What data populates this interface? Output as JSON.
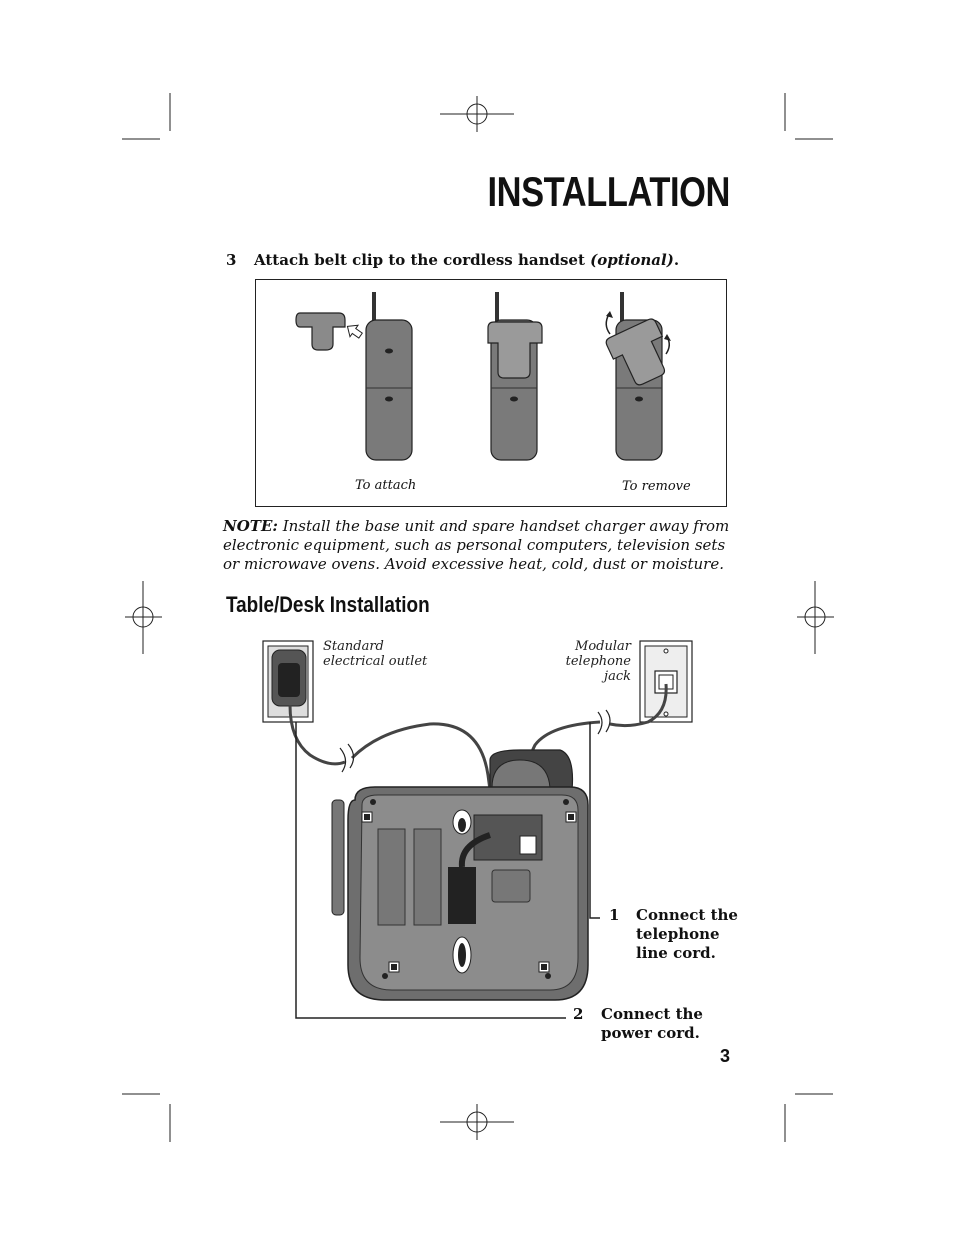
{
  "header": {
    "title": "INSTALLATION"
  },
  "step3": {
    "number": "3",
    "text": "Attach belt clip to the cordless handset",
    "optional": "(optional)",
    "end": "."
  },
  "belt_clip_figure": {
    "caption_attach": "To attach",
    "caption_remove": "To remove"
  },
  "note": {
    "label": "NOTE:",
    "text": "Install the base unit and spare handset charger away from electronic equipment, such as personal computers, television sets or microwave ovens. Avoid excessive heat, cold, dust or moisture."
  },
  "section": {
    "title": "Table/Desk Installation"
  },
  "diagram": {
    "outlet_label": [
      "Standard",
      "electrical outlet"
    ],
    "jack_label": [
      "Modular",
      "telephone",
      "jack"
    ],
    "step1": {
      "number": "1",
      "lines": [
        "Connect the",
        "telephone",
        "line cord."
      ]
    },
    "step2": {
      "number": "2",
      "lines": [
        "Connect the",
        "power cord."
      ]
    }
  },
  "footer": {
    "page_number": "3"
  }
}
